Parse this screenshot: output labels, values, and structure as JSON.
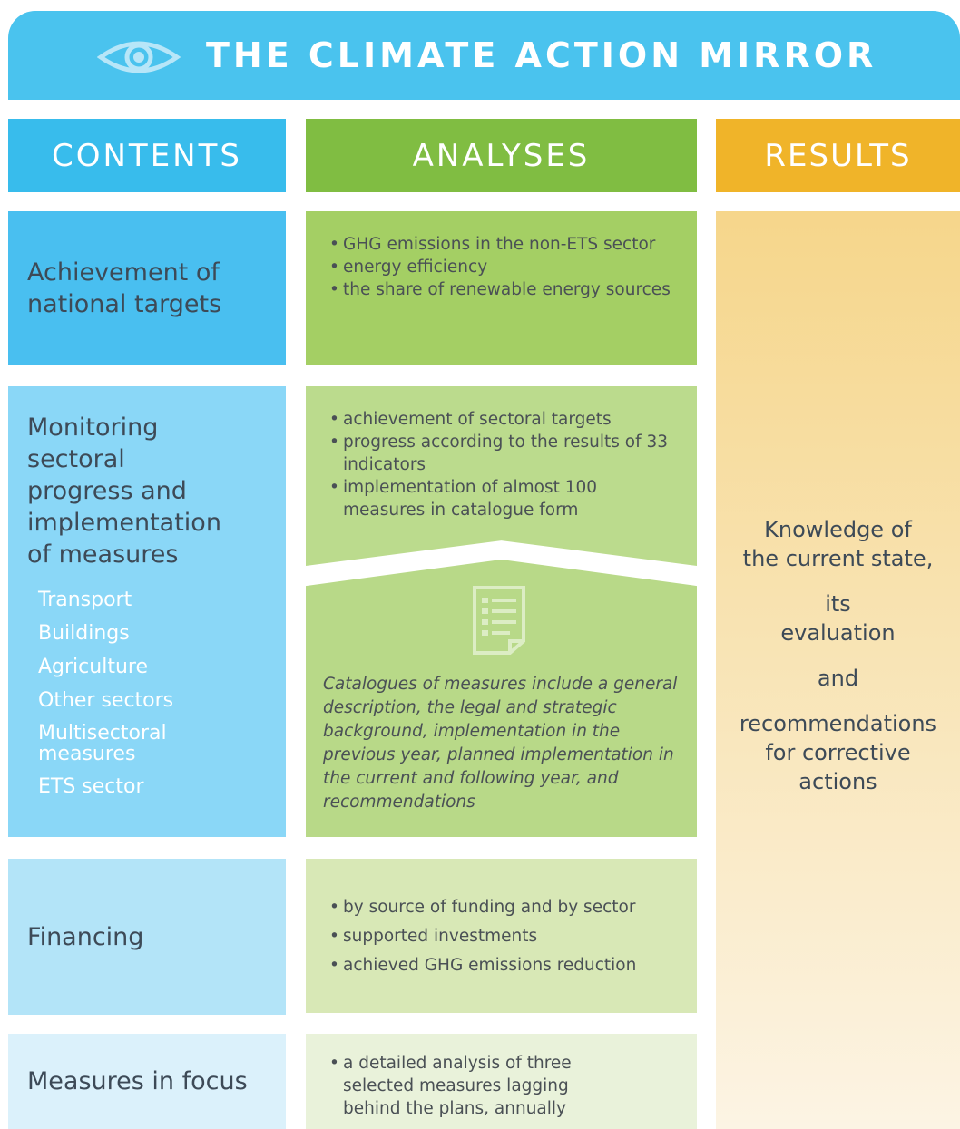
{
  "header": {
    "title": "THE CLIMATE ACTION MIRROR",
    "icon": "eye-icon"
  },
  "columns": {
    "contents": "CONTENTS",
    "analyses": "ANALYSES",
    "results": "RESULTS"
  },
  "contents": {
    "row1": [
      "Achievement of",
      "national targets"
    ],
    "row2": [
      "Monitoring",
      "sectoral",
      "progress and",
      "implementation",
      "of measures"
    ],
    "sectors": [
      "Transport",
      "Buildings",
      "Agriculture",
      "Other sectors",
      "Multisectoral measures",
      "ETS sector"
    ],
    "row3": "Financing",
    "row4": "Measures in focus"
  },
  "analyses": {
    "row1": [
      "GHG emissions in the non-ETS sector",
      "energy efficiency",
      "the share of renewable energy sources"
    ],
    "row2": [
      "achievement of sectoral targets",
      "progress according to the results of 33 indicators",
      "implementation of almost 100 measures in catalogue form"
    ],
    "catalogue_icon": "document-list-icon",
    "catalogue_text": "Catalogues of measures include a general description, the legal and strategic background, implementation in the previous year, planned implementation in the current and following year, and recommendations",
    "row3": [
      "by source of funding and by sector",
      "supported investments",
      "achieved GHG emissions reduction"
    ],
    "row4": [
      "a detailed analysis of three selected measures lagging behind the plans, annually"
    ]
  },
  "results": {
    "lines": [
      "Knowledge of",
      "the current state,",
      "its",
      "evaluation",
      "and",
      "recommendations",
      "for corrective",
      "actions"
    ]
  },
  "colors": {
    "blue": "#4ac3ee",
    "green": "#80bd42",
    "orange": "#f0b429"
  }
}
